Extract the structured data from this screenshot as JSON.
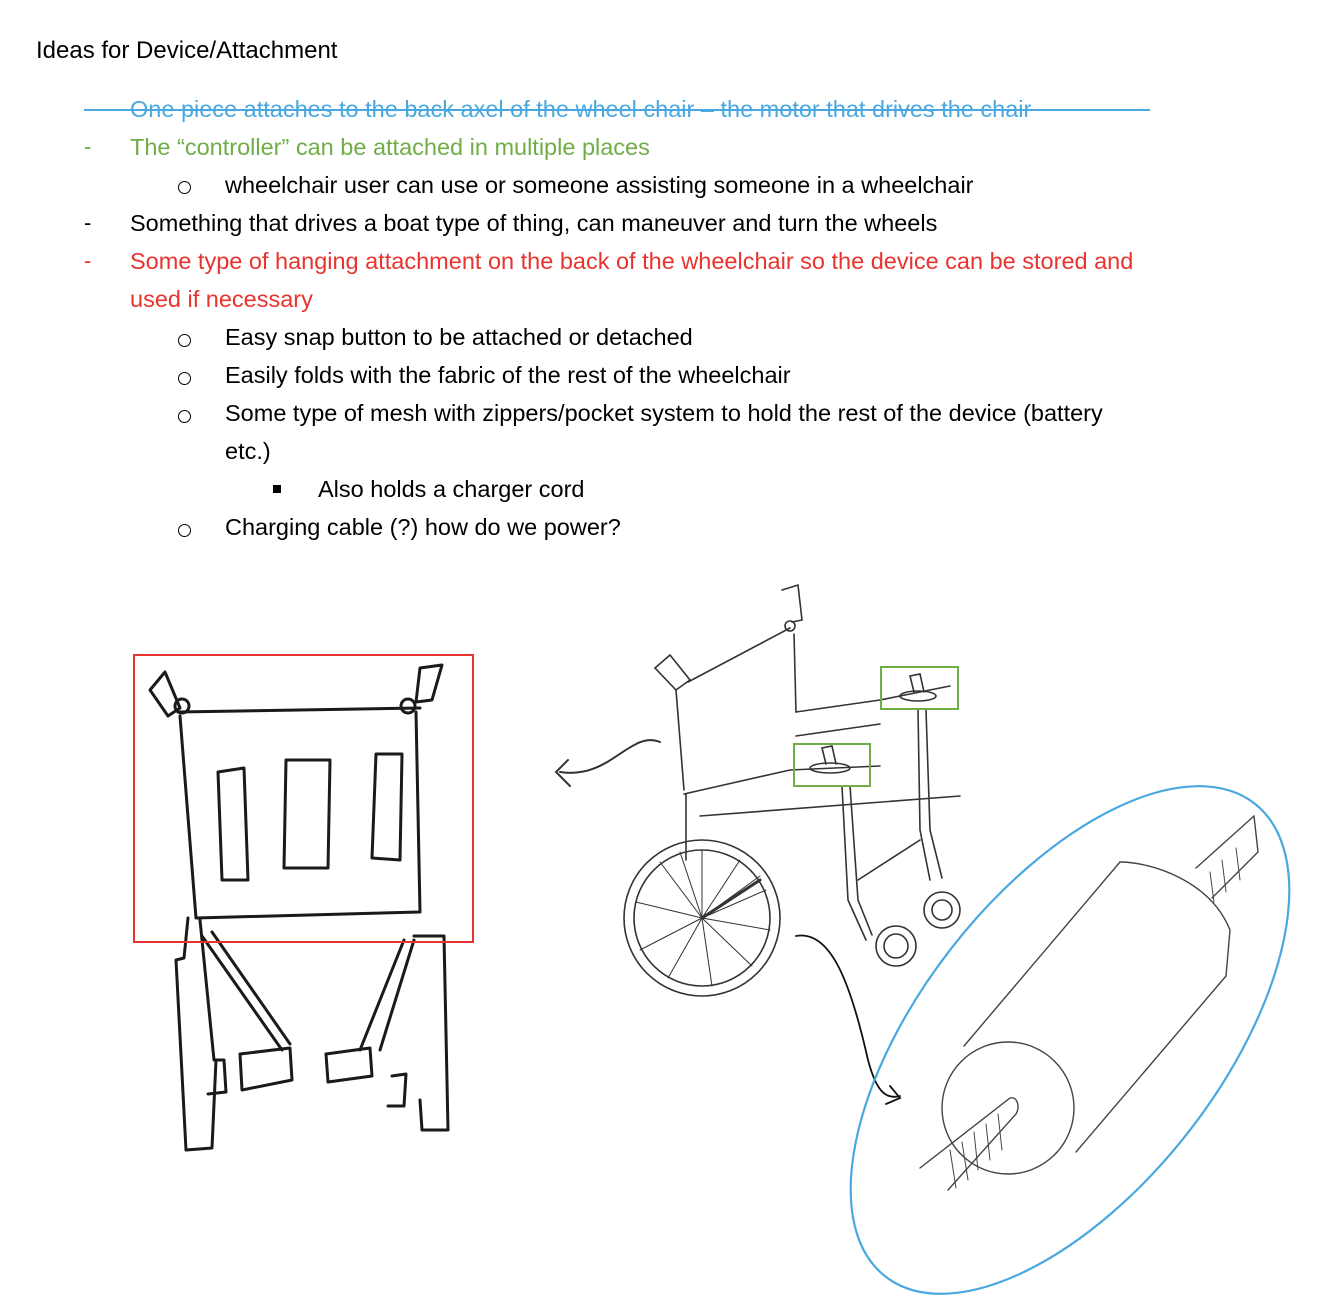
{
  "document": {
    "title": "Ideas for Device/Attachment",
    "items": [
      {
        "level": 1,
        "marker": "-",
        "color": "#4aa8e0",
        "strikethrough": true,
        "text": "One piece attaches to the back axel of the wheel chair – the motor that drives the chair"
      },
      {
        "level": 1,
        "marker": "-",
        "color": "#70ad47",
        "text": "The “controller” can be attached in multiple places"
      },
      {
        "level": 2,
        "marker": "o",
        "color": "#000000",
        "text": "wheelchair user can use or someone assisting someone in a wheelchair"
      },
      {
        "level": 1,
        "marker": "-",
        "color": "#000000",
        "text": "Something that drives a boat type of thing, can maneuver and turn the wheels"
      },
      {
        "level": 1,
        "marker": "-",
        "color": "#e8332e",
        "text": "Some type of hanging attachment on the back of the wheelchair so the device can be stored and",
        "text_cont": "used if necessary"
      },
      {
        "level": 2,
        "marker": "o",
        "color": "#000000",
        "text": "Easy snap button to be attached or detached"
      },
      {
        "level": 2,
        "marker": "o",
        "color": "#000000",
        "text": "Easily folds with the fabric of the rest of the wheelchair"
      },
      {
        "level": 2,
        "marker": "o",
        "color": "#000000",
        "text": "Some type of mesh with zippers/pocket system to hold the rest of the device (battery",
        "text_cont": "etc.)"
      },
      {
        "level": 3,
        "marker": "square",
        "color": "#000000",
        "text": "Also holds a charger cord"
      },
      {
        "level": 2,
        "marker": "o",
        "color": "#000000",
        "text": "Charging cable (?) how do we power?"
      }
    ]
  },
  "markers": {
    "dash": "-"
  },
  "sketches": {
    "hanging_attachment": {
      "highlight": "red-rectangle",
      "color": "#e8332e"
    },
    "wheelchair": {
      "highlights": [
        "green-rectangle",
        "green-rectangle"
      ],
      "color": "#70ad47"
    },
    "motor": {
      "highlight": "blue-ellipse",
      "color": "#4aa8e0"
    }
  }
}
